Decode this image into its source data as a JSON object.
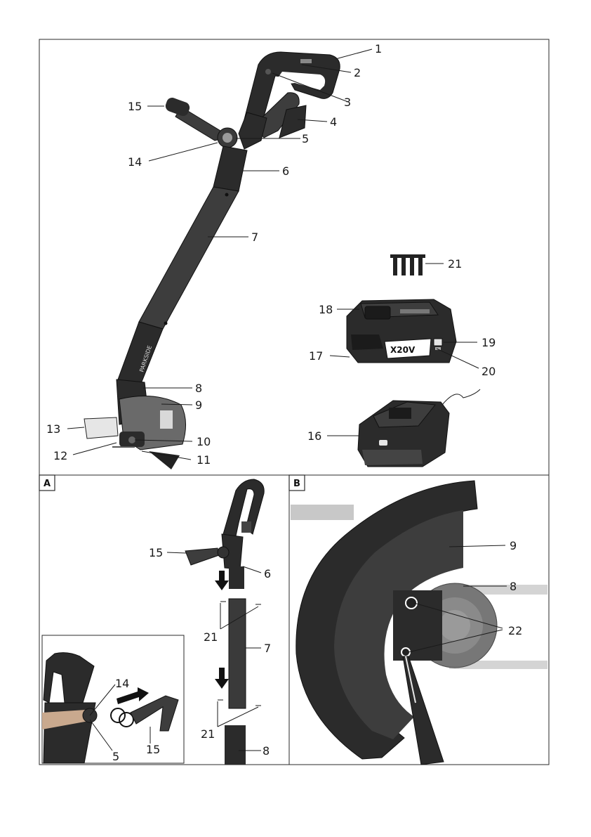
{
  "main_labels": [
    {
      "id": "p1",
      "text": "1"
    },
    {
      "id": "p2",
      "text": "2"
    },
    {
      "id": "p3",
      "text": "3"
    },
    {
      "id": "p4",
      "text": "4"
    },
    {
      "id": "p5",
      "text": "5"
    },
    {
      "id": "p6",
      "text": "6"
    },
    {
      "id": "p7",
      "text": "7"
    },
    {
      "id": "p8",
      "text": "8"
    },
    {
      "id": "p9",
      "text": "9"
    },
    {
      "id": "p10",
      "text": "10"
    },
    {
      "id": "p11",
      "text": "11"
    },
    {
      "id": "p12",
      "text": "12"
    },
    {
      "id": "p13",
      "text": "13"
    },
    {
      "id": "p14",
      "text": "14"
    },
    {
      "id": "p15",
      "text": "15"
    },
    {
      "id": "p16",
      "text": "16"
    },
    {
      "id": "p17",
      "text": "17"
    },
    {
      "id": "p18",
      "text": "18"
    },
    {
      "id": "p19",
      "text": "19"
    },
    {
      "id": "p20",
      "text": "20"
    },
    {
      "id": "p21",
      "text": "21"
    }
  ],
  "panel_a": {
    "tag": "A",
    "labels": [
      "15",
      "6",
      "21",
      "7",
      "21",
      "8",
      "14",
      "5",
      "15"
    ]
  },
  "panel_b": {
    "tag": "B",
    "labels": [
      "9",
      "8",
      "22"
    ]
  },
  "brand_text": "PARKSIDE",
  "battery_brand": "X20V",
  "colors": {
    "body_dark": "#2b2b2b",
    "body_mid": "#3d3d3d",
    "guard_light": "#6a6a6a",
    "frame": "#2a2a2a"
  }
}
